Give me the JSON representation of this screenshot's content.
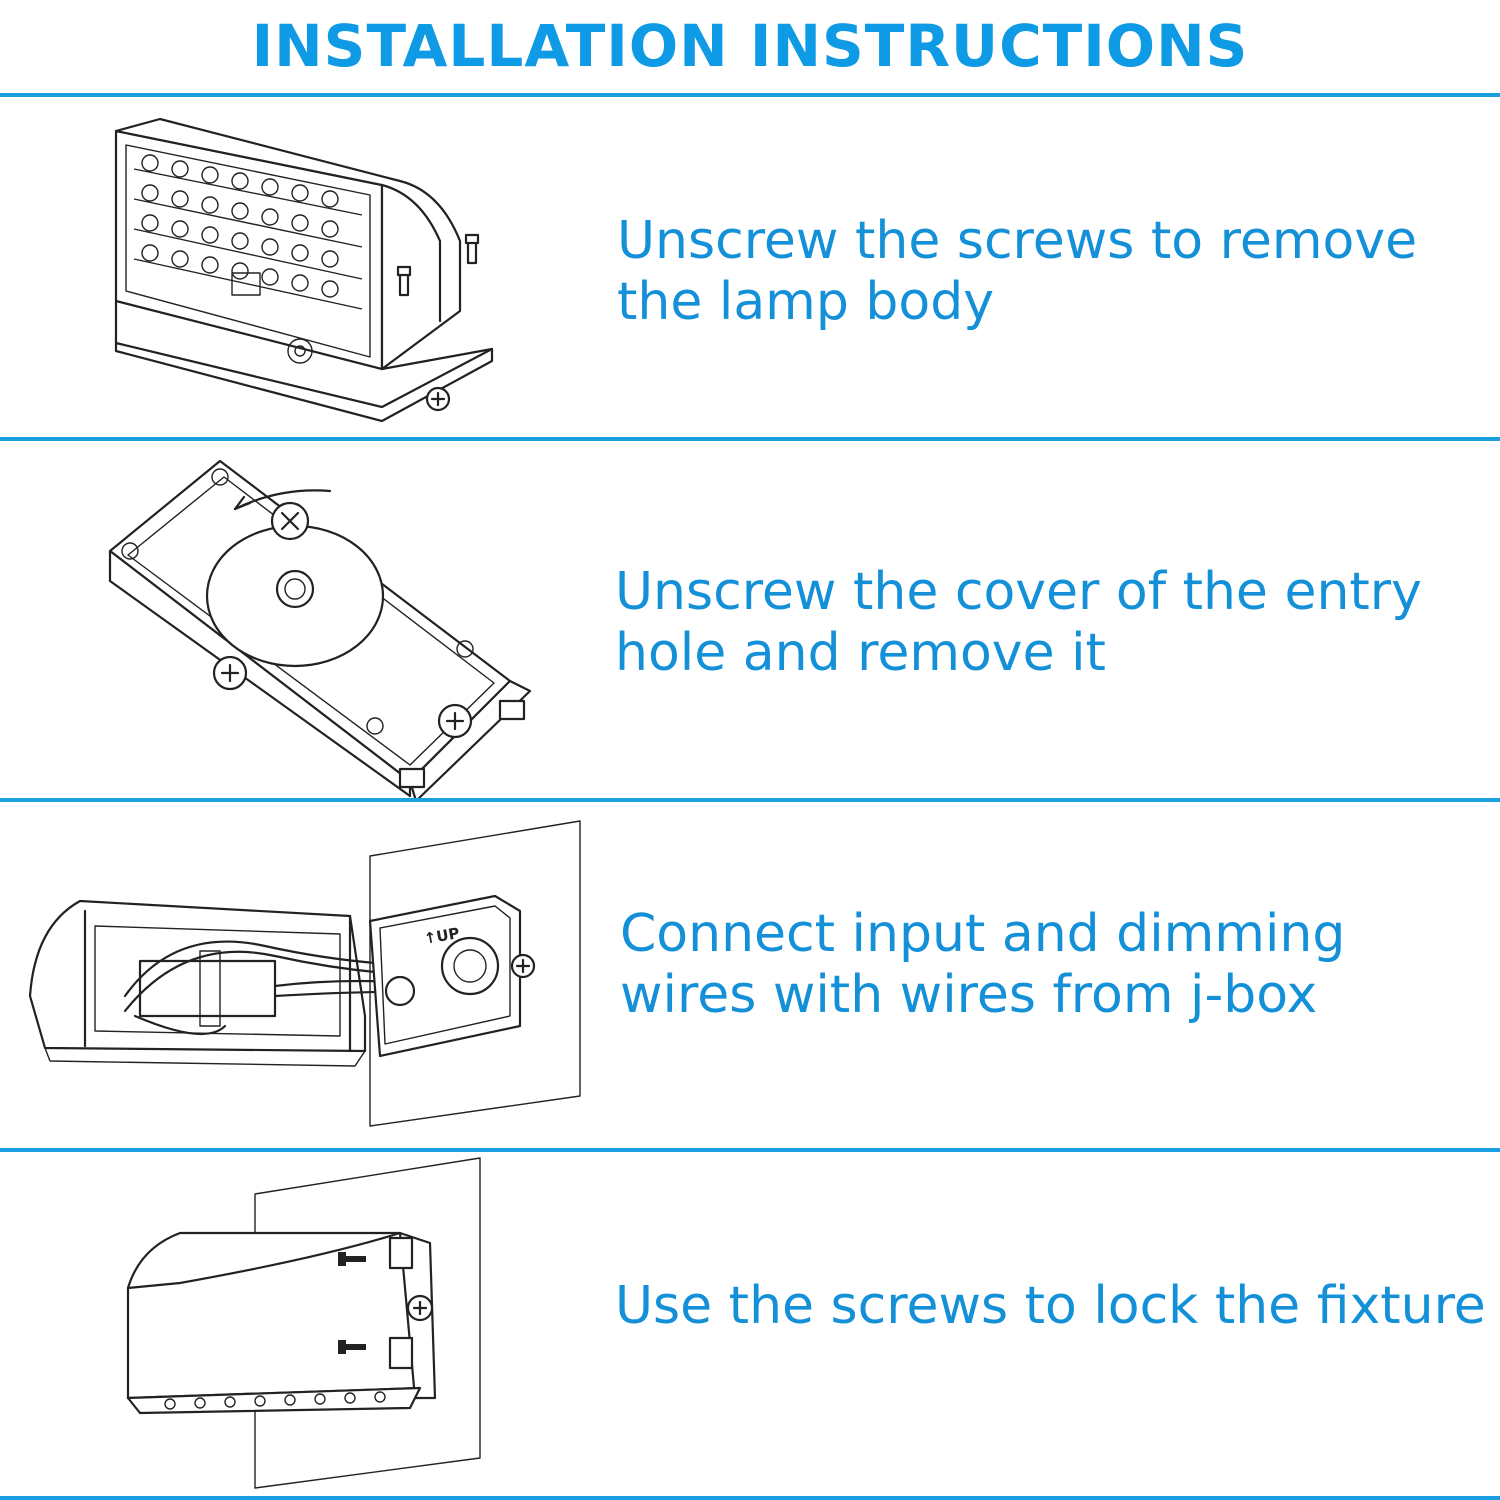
{
  "page": {
    "title": "INSTALLATION INSTRUCTIONS",
    "accent_color": "#1a9fe0",
    "text_color": "#1490d8"
  },
  "steps": [
    {
      "text": "Unscrew the screws to remove\nthe lamp body",
      "illustration": "lamp-body-removal-illustration"
    },
    {
      "text": "Unscrew the cover of the entry\nhole and remove it",
      "illustration": "entry-hole-cover-illustration"
    },
    {
      "text": "Connect input and dimming\nwires with wires from j-box",
      "illustration": "wiring-illustration",
      "label_up": "↑UP"
    },
    {
      "text": "Use the screws to lock the fixture",
      "illustration": "fixture-mount-illustration"
    }
  ]
}
